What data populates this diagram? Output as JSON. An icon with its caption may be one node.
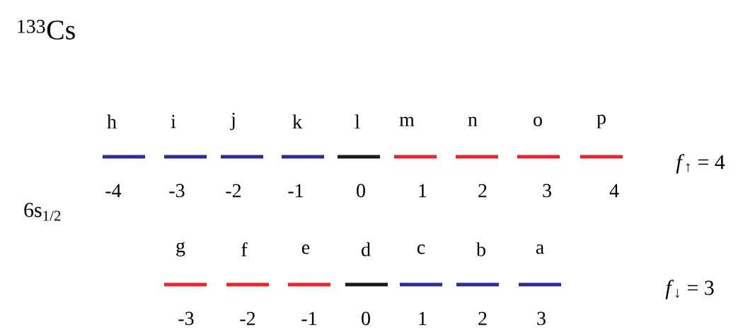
{
  "diagram": {
    "nodes": [
      {
        "text": [
          "h",
          "-4"
        ]
      },
      {
        "text": [
          "i",
          "-3"
        ]
      },
      {
        "text": [
          "j",
          "-2"
        ]
      },
      {
        "text": [
          "k",
          "-1"
        ]
      },
      {
        "text": [
          "l",
          "0"
        ]
      },
      {
        "text": [
          "m",
          "1"
        ]
      },
      {
        "text": [
          "n",
          "2"
        ]
      },
      {
        "text": [
          "o",
          "3"
        ]
      },
      {
        "text": [
          "p",
          "4"
        ]
      },
      {
        "text": [
          "g",
          "-3"
        ]
      },
      {
        "text": [
          "f",
          "-2"
        ]
      },
      {
        "text": [
          "e",
          "-1"
        ]
      },
      {
        "text": [
          "d",
          "0"
        ]
      },
      {
        "text": [
          "c",
          "1"
        ]
      },
      {
        "text": [
          "b",
          "2"
        ]
      },
      {
        "text": [
          "a",
          "3"
        ]
      }
    ],
    "labels": [
      "$^{133}$Cs",
      "6s$_{1/2}$",
      "*f*$_{↑}$ = 4",
      "*f*$_{↓}$ = 3"
    ]
  }
}
